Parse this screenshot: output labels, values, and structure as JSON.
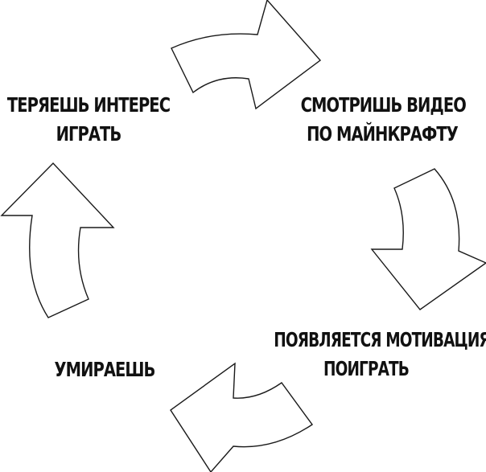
{
  "steps": [
    {
      "lines": [
        "СМОТРИШЬ ВИДЕО",
        "ПО МАЙНКРАФТУ"
      ]
    },
    {
      "lines": [
        "ПОЯВЛЯЕТСЯ МОТИВАЦИЯ",
        "ПОИГРАТЬ"
      ]
    },
    {
      "lines": [
        "УМИРАЕШЬ"
      ]
    },
    {
      "lines": [
        "ТЕРЯЕШЬ ИНТЕРЕС",
        "ИГРАТЬ"
      ]
    }
  ],
  "colors": {
    "background": "#ffffff",
    "ink": "#111111",
    "arrow_fill": "#ffffff"
  }
}
